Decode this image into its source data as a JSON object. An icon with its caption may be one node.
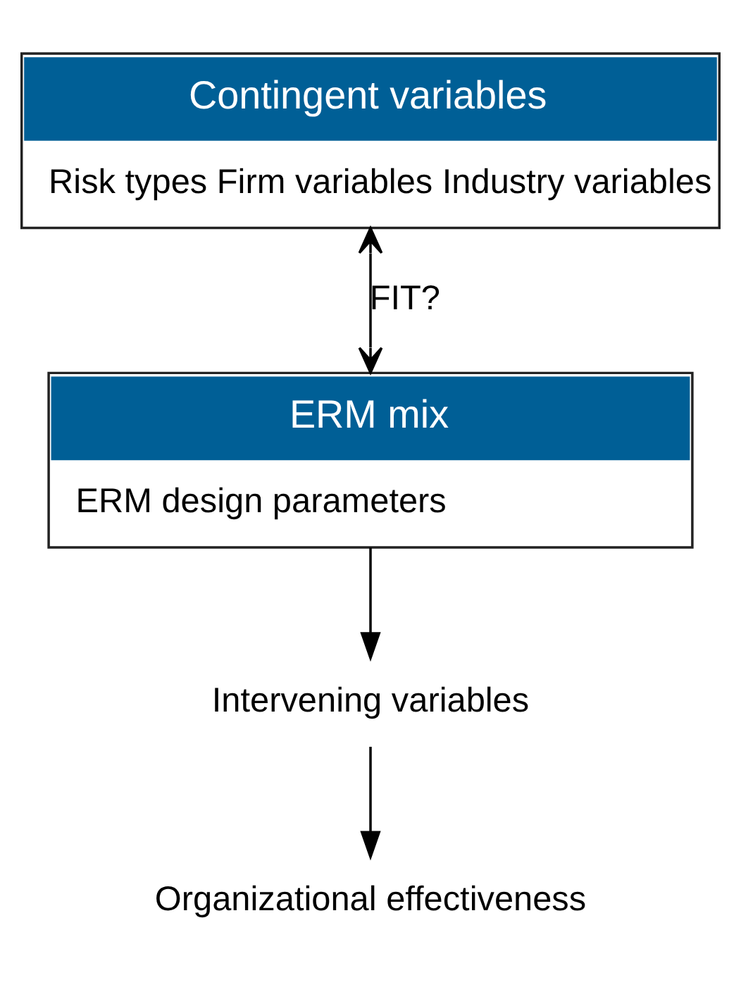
{
  "diagram": {
    "nodes": [
      {
        "text": [
          "Contingent variables",
          "Risk types Firm variables Industry variables"
        ]
      },
      {
        "text": [
          "ERM mix",
          "ERM design parameters"
        ]
      },
      {
        "text": [
          "Intervening variables"
        ]
      },
      {
        "text": [
          "Organizational effectiveness"
        ]
      }
    ],
    "edges": [
      {
        "from": 0,
        "to": 1,
        "arrow": "both",
        "label": "FIT?"
      },
      {
        "from": 1,
        "to": 2,
        "arrow": "to"
      },
      {
        "from": 2,
        "to": 3,
        "arrow": "to"
      }
    ]
  }
}
